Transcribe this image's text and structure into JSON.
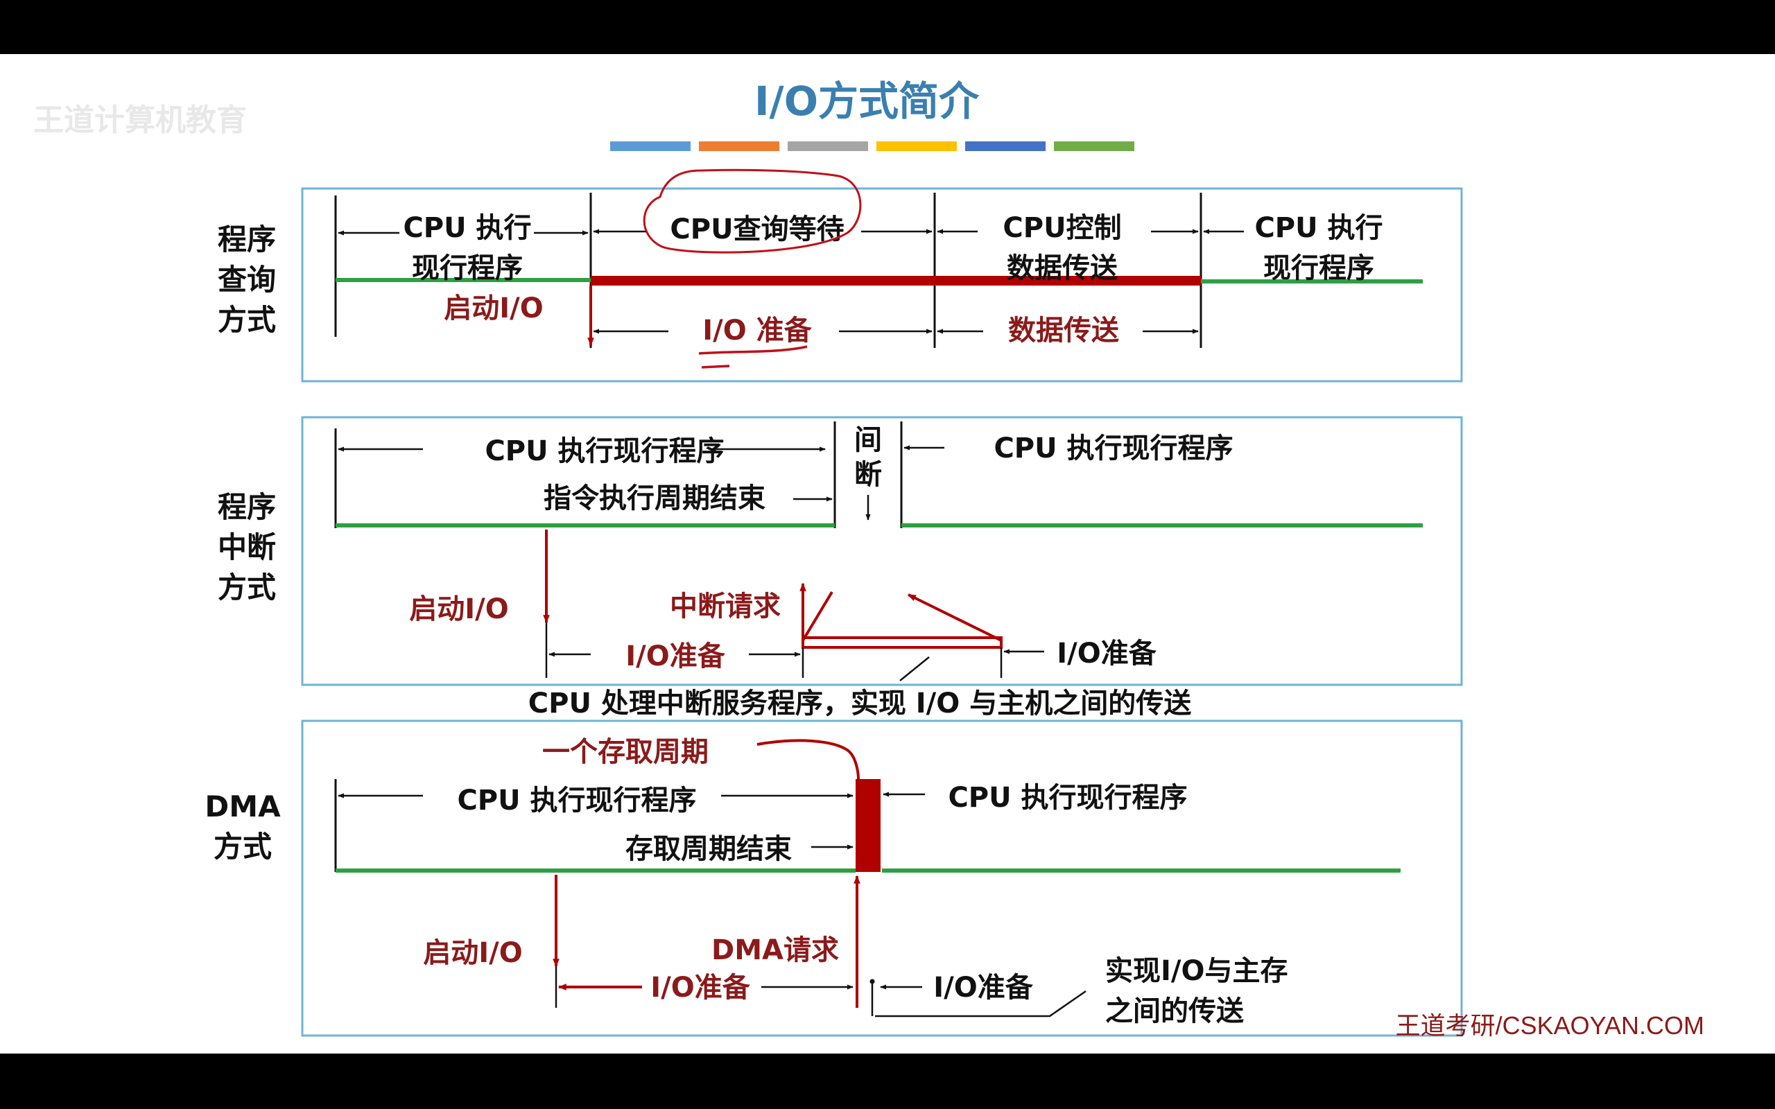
{
  "logo": "王道计算机教育",
  "title": "I/O方式简介",
  "title_bar_colors": [
    "#5b9bd5",
    "#ed7d31",
    "#a5a5a5",
    "#ffc000",
    "#4472c4",
    "#70ad47"
  ],
  "colors": {
    "cpu_line": "#2ea043",
    "io_bar": "#b00000",
    "label_red": "#8b1a1a",
    "box_border": "#6fb3d8"
  },
  "polling": {
    "method": [
      "程序",
      "查询",
      "方式"
    ],
    "cpu_exec1": [
      "CPU 执行",
      "现行程序"
    ],
    "cpu_wait": "CPU查询等待",
    "cpu_ctrl": [
      "CPU控制",
      "数据传送"
    ],
    "cpu_exec2": [
      "CPU  执行",
      "现行程序"
    ],
    "start_io": "启动I/O",
    "io_prepare": "I/O 准备",
    "data_transfer": "数据传送"
  },
  "interrupt": {
    "method": [
      "程序",
      "中断",
      "方式"
    ],
    "cpu_exec1": "CPU  执行现行程序",
    "instr_end": "指令执行周期结束",
    "gap": [
      "间",
      "断"
    ],
    "cpu_exec2": "CPU  执行现行程序",
    "start_io": "启动I/O",
    "int_request": "中断请求",
    "io_prepare": "I/O准备",
    "io_prepare2": "I/O准备",
    "service": "CPU 处理中断服务程序，实现 I/O 与主机之间的传送"
  },
  "dma": {
    "method": [
      "DMA",
      "方式"
    ],
    "one_cycle": "一个存取周期",
    "cpu_exec1": "CPU  执行现行程序",
    "cycle_end": "存取周期结束",
    "cpu_exec2": "CPU  执行现行程序",
    "start_io": "启动I/O",
    "dma_request": "DMA请求",
    "io_prepare": "I/O准备",
    "io_prepare2": "I/O准备",
    "transfer": [
      "实现I/O与主存",
      "之间的传送"
    ]
  },
  "footer": "王道考研/CSKAOYAN.COM"
}
